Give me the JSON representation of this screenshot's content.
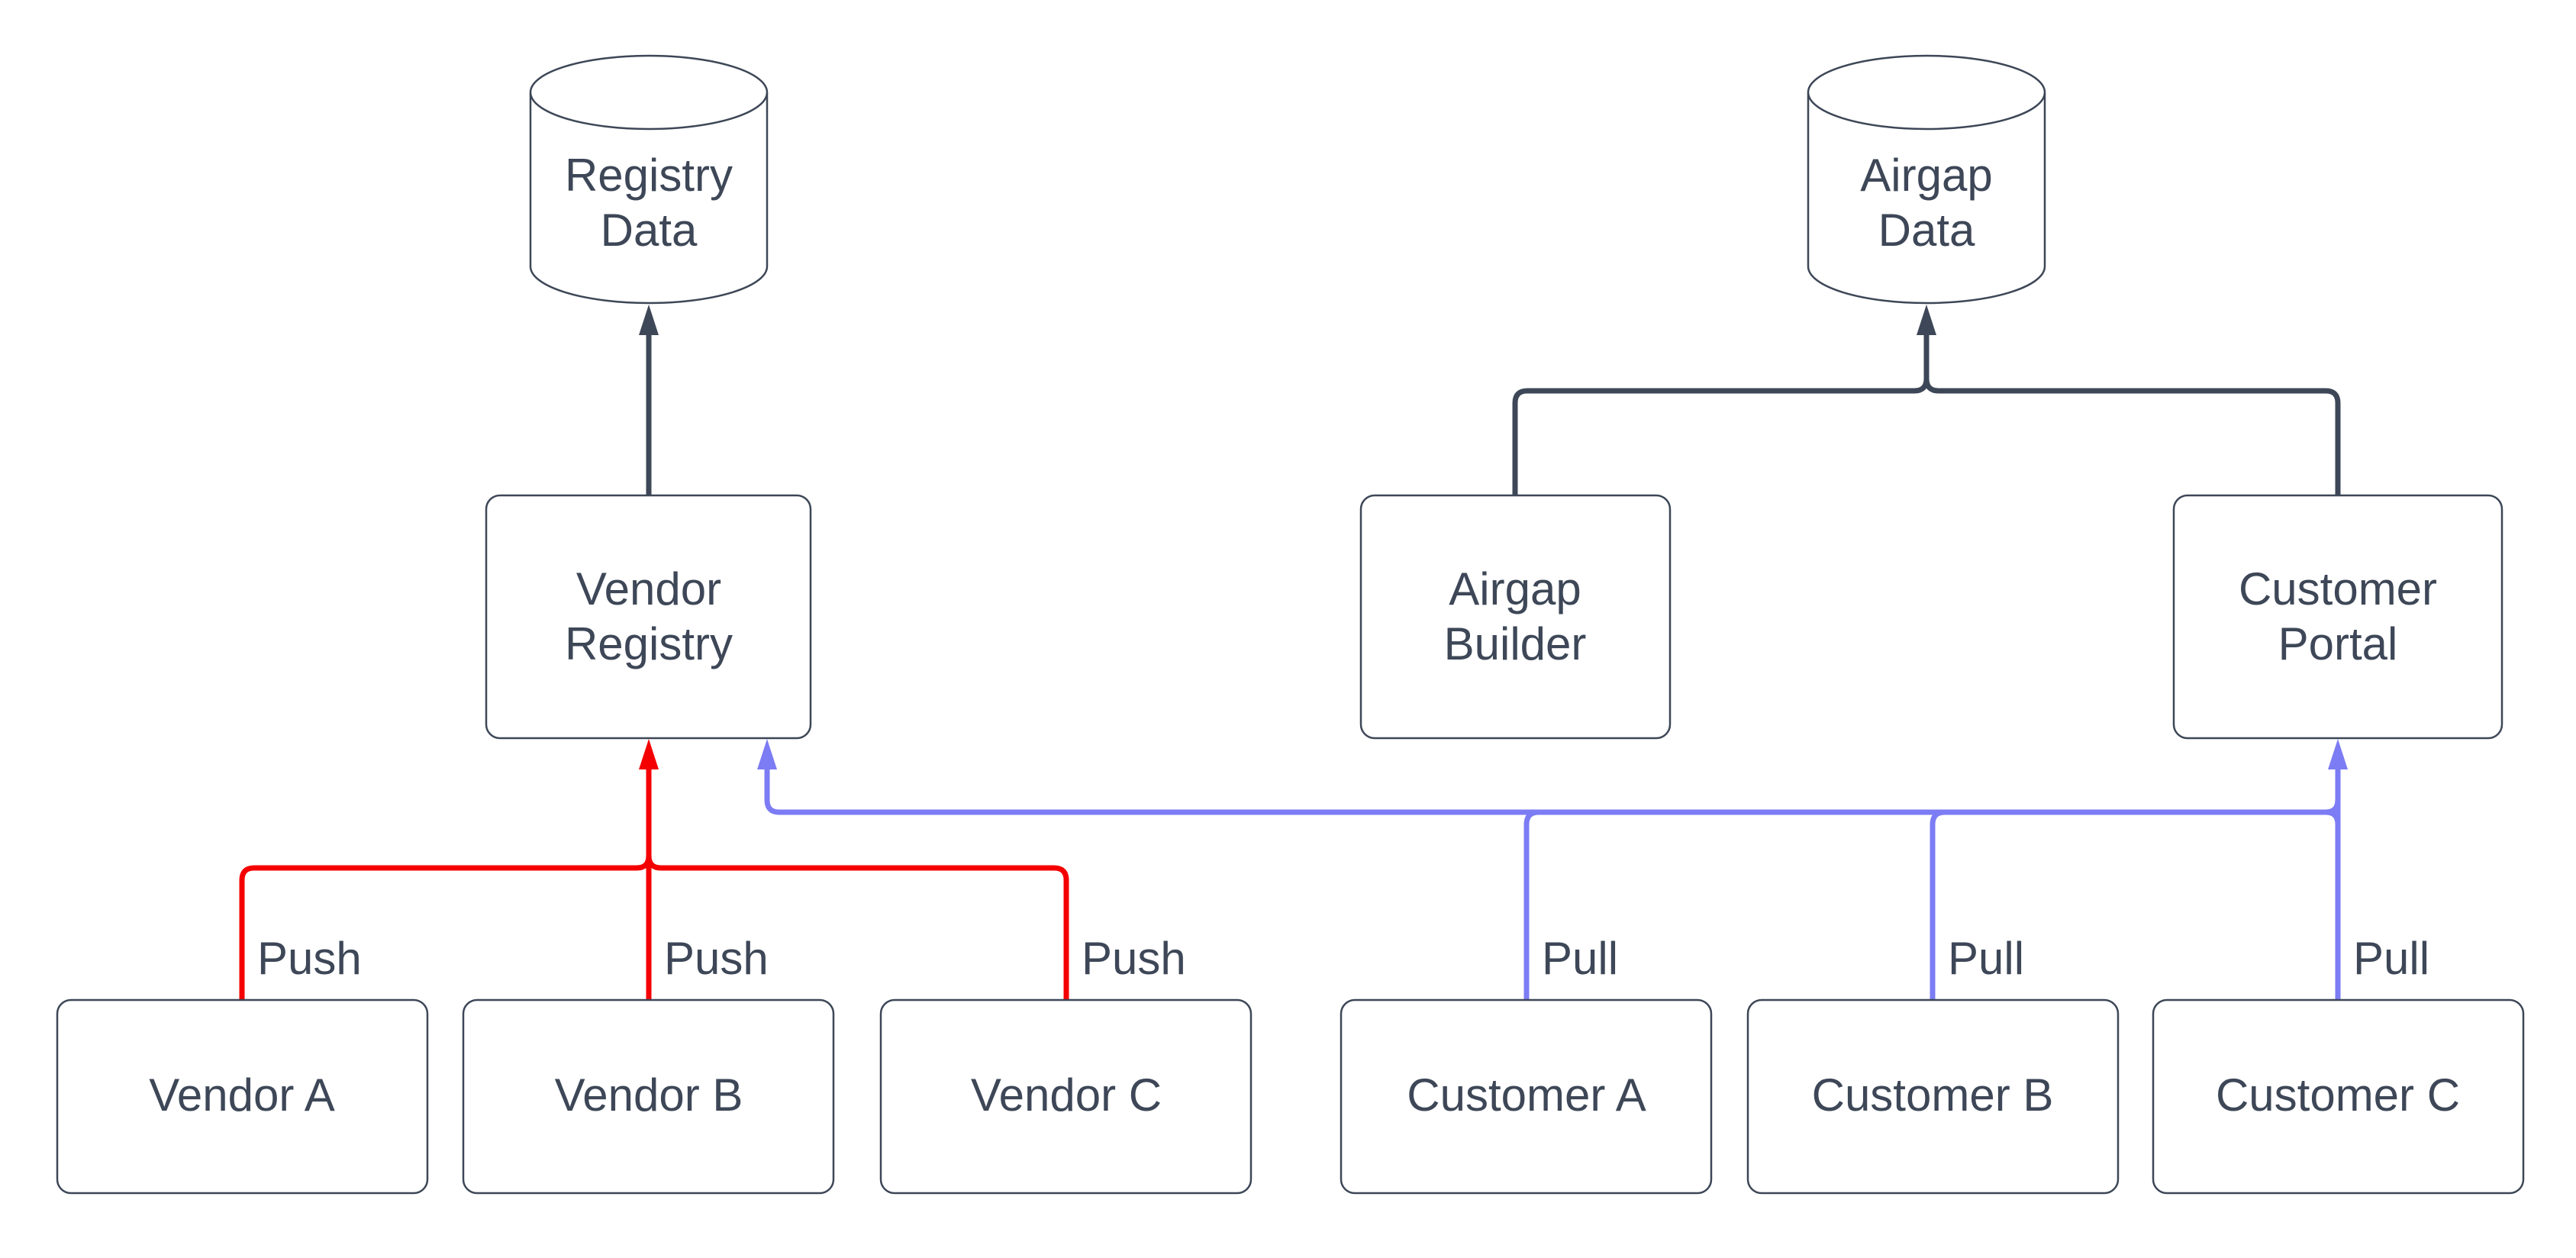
{
  "diagram": {
    "background_color": "#ffffff",
    "palette": {
      "node_fill": "#ffffff",
      "outline": "#3d4757",
      "text": "#3d4757",
      "push_edge": "#f40000",
      "pull_edge": "#7c7cf4"
    },
    "nodes": {
      "registry_data": {
        "shape": "cylinder",
        "line1": "Registry",
        "line2": "Data"
      },
      "airgap_data": {
        "shape": "cylinder",
        "line1": "Airgap",
        "line2": "Data"
      },
      "vendor_registry": {
        "shape": "rounded-box",
        "line1": "Vendor",
        "line2": "Registry"
      },
      "airgap_builder": {
        "shape": "rounded-box",
        "line1": "Airgap",
        "line2": "Builder"
      },
      "customer_portal": {
        "shape": "rounded-box",
        "line1": "Customer",
        "line2": "Portal"
      },
      "vendor_a": {
        "shape": "rounded-box",
        "label": "Vendor A"
      },
      "vendor_b": {
        "shape": "rounded-box",
        "label": "Vendor B"
      },
      "vendor_c": {
        "shape": "rounded-box",
        "label": "Vendor C"
      },
      "customer_a": {
        "shape": "rounded-box",
        "label": "Customer A"
      },
      "customer_b": {
        "shape": "rounded-box",
        "label": "Customer B"
      },
      "customer_c": {
        "shape": "rounded-box",
        "label": "Customer C"
      }
    },
    "edges": [
      {
        "from": "Vendor Registry",
        "to": "Registry Data",
        "label": "",
        "style": "dark"
      },
      {
        "from": "Airgap Builder",
        "to": "Airgap Data",
        "label": "",
        "style": "dark"
      },
      {
        "from": "Customer Portal",
        "to": "Airgap Data",
        "label": "",
        "style": "dark"
      },
      {
        "from": "Vendor A",
        "to": "Vendor Registry",
        "label": "Push",
        "style": "push"
      },
      {
        "from": "Vendor B",
        "to": "Vendor Registry",
        "label": "Push",
        "style": "push"
      },
      {
        "from": "Vendor C",
        "to": "Vendor Registry",
        "label": "Push",
        "style": "push"
      },
      {
        "from": "Customer A",
        "to": "Customer Portal",
        "label": "Pull",
        "style": "pull"
      },
      {
        "from": "Customer B",
        "to": "Customer Portal",
        "label": "Pull",
        "style": "pull"
      },
      {
        "from": "Customer C",
        "to": "Customer Portal",
        "label": "Pull",
        "style": "pull"
      },
      {
        "from": "Customer C",
        "to": "Vendor Registry",
        "label": "",
        "style": "pull"
      }
    ]
  }
}
